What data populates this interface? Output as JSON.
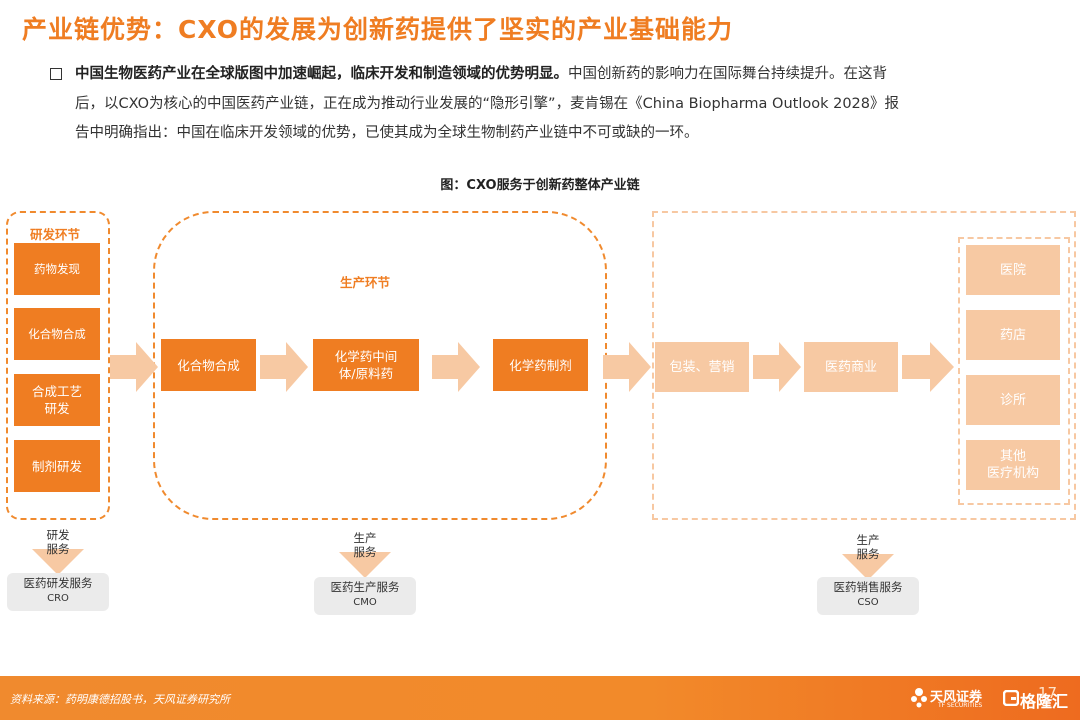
{
  "header": {
    "title": "产业链优势：CXO的发展为创新药提供了坚实的产业基础能力"
  },
  "body": {
    "bold_lead": "中国生物医药产业在全球版图中加速崛起，临床开发和制造领域的优势明显。",
    "line1_rest": "中国创新药的影响力在国际舞台持续提升。在这背",
    "line2": "后，以CXO为核心的中国医药产业链，正在成为推动行业发展的“隐形引擎”，麦肯锡在《China Biopharma Outlook 2028》报",
    "line3": "告中明确指出：中国在临床开发领域的优势，已使其成为全球生物制药产业链中不可或缺的一环。"
  },
  "figure": {
    "title": "图：CXO服务于创新药整体产业链",
    "rd": {
      "label": "研发环节",
      "items": [
        "药物发现",
        "化合物合成",
        "合成工艺\n研发",
        "制剂研发"
      ]
    },
    "production": {
      "label": "生产环节",
      "steps": [
        "化合物合成",
        "化学药中间\n体/原料药",
        "化学药制剂"
      ]
    },
    "sales": {
      "steps": [
        "包装、营销",
        "医药商业"
      ],
      "channels": [
        "医院",
        "药店",
        "诊所",
        "其他\n医疗机构"
      ]
    },
    "services": [
      {
        "label": "研发\n服务",
        "name": "医药研发服务",
        "abbr": "CRO"
      },
      {
        "label": "生产\n服务",
        "name": "医药生产服务",
        "abbr": "CMO"
      },
      {
        "label": "生产\n服务",
        "name": "医药销售服务",
        "abbr": "CSO"
      }
    ]
  },
  "footer": {
    "source": "资料来源：药明康德招股书，天风证券研究所",
    "brand": "天风证券",
    "brand_en": "TF SECURITIES",
    "brand2": "格隆汇",
    "page": "17"
  },
  "colors": {
    "accent": "#ef7d22",
    "light_accent": "#f7c9a3",
    "service_box": "#ebebeb"
  }
}
